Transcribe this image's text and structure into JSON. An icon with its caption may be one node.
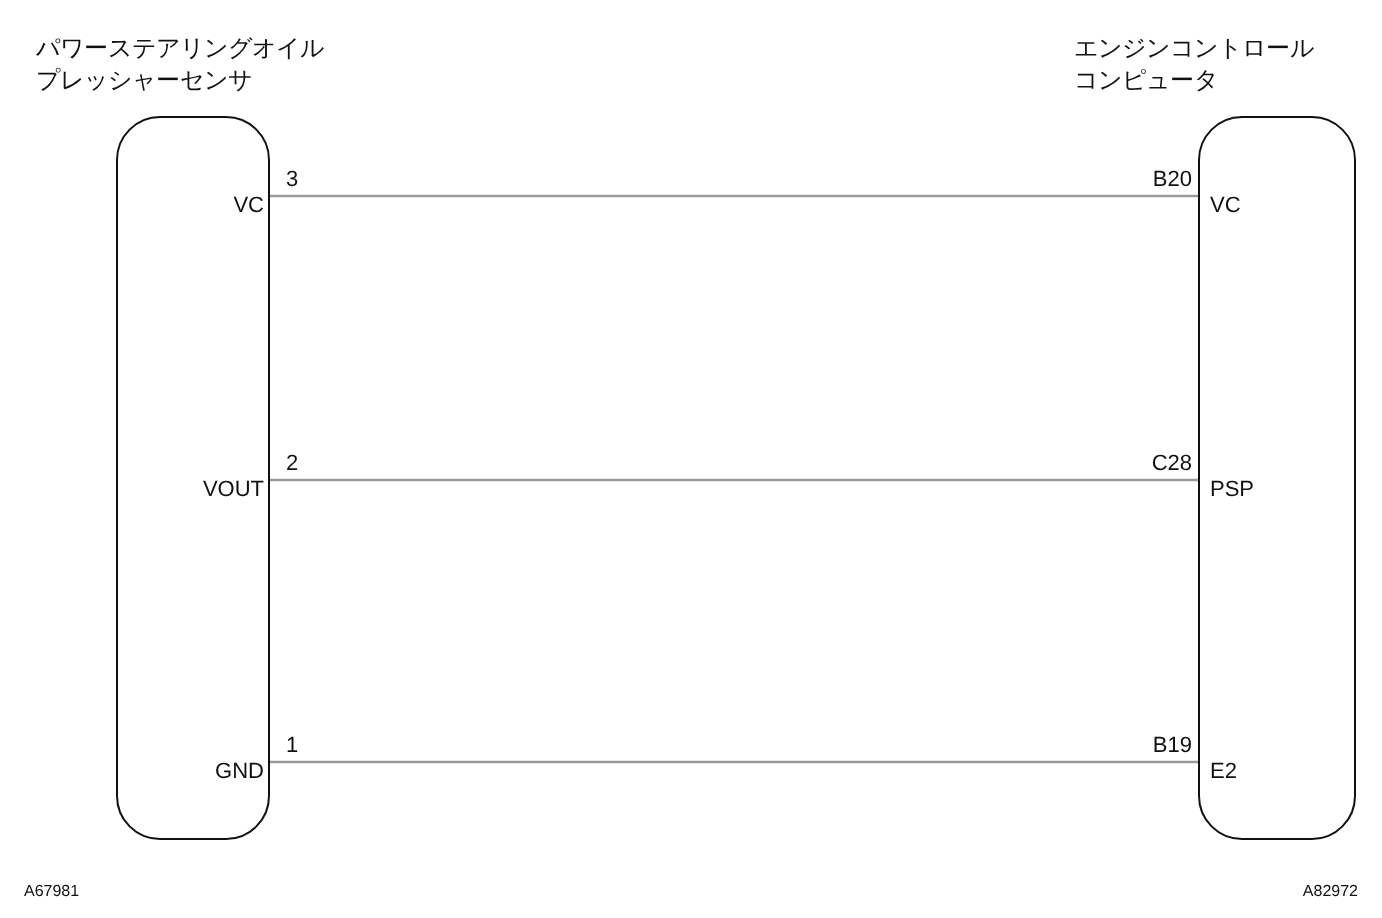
{
  "diagram": {
    "nodes": [
      {
        "text": [
          "パワーステアリングオイルプレッシャーセンサ",
          "VC",
          "VOUT",
          "GND"
        ]
      },
      {
        "text": [
          "エンジンコントロールコンピュータ",
          "VC",
          "PSP",
          "E2"
        ]
      }
    ],
    "edges": [
      {
        "from": 0,
        "to": 1,
        "arrow": "none"
      },
      {
        "from": 0,
        "to": 1,
        "arrow": "none"
      },
      {
        "from": 0,
        "to": 1,
        "arrow": "none"
      }
    ],
    "labels": [
      "3",
      "B20",
      "2",
      "C28",
      "1",
      "B19",
      "A67981",
      "A82972"
    ]
  }
}
